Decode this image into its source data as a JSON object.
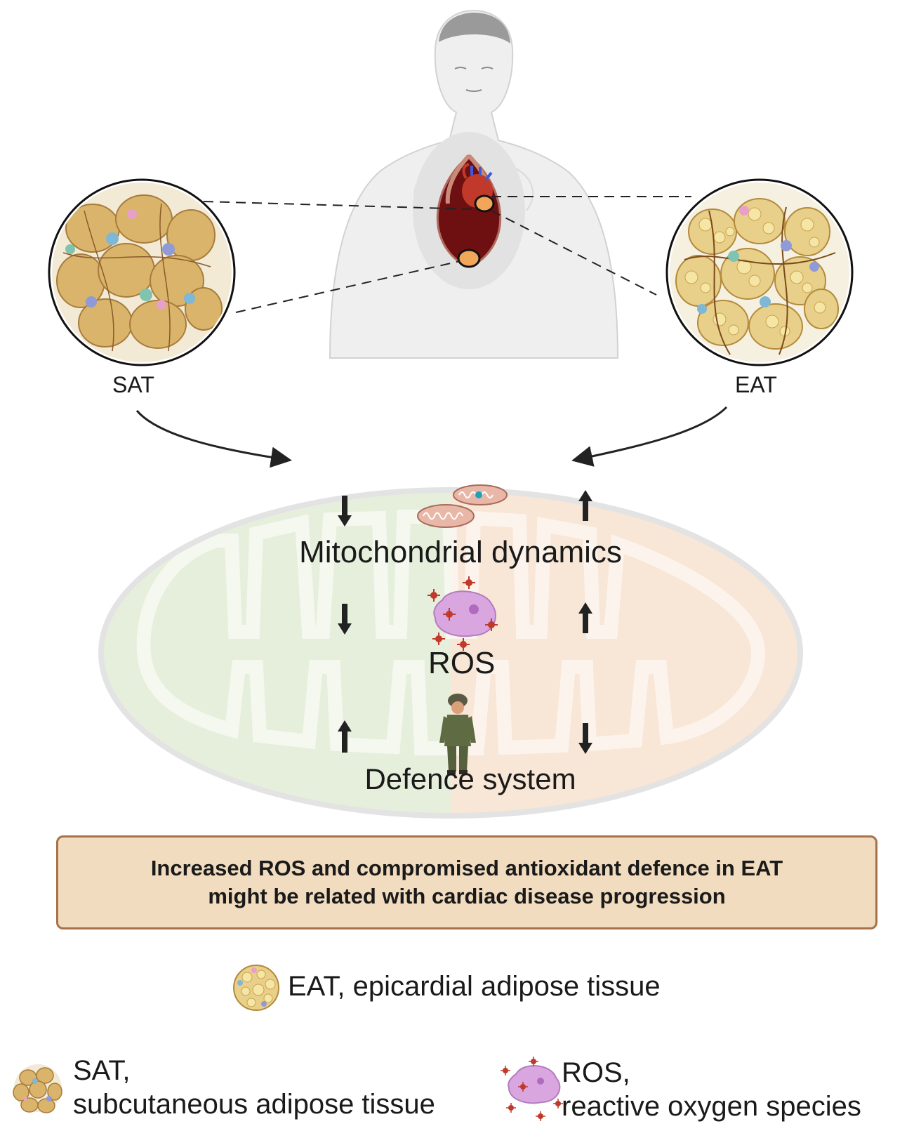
{
  "labels": {
    "sat": "SAT",
    "eat": "EAT",
    "mitochondrial_dynamics": "Mitochondrial dynamics",
    "ros": "ROS",
    "defence_system": "Defence system"
  },
  "arrows": {
    "sat_side": {
      "mitochondrial_dynamics": "down",
      "ros": "down",
      "defence_system": "up"
    },
    "eat_side": {
      "mitochondrial_dynamics": "up",
      "ros": "up",
      "defence_system": "down"
    }
  },
  "conclusion": {
    "line1": "Increased ROS and compromised antioxidant defence in EAT",
    "line2": "might be related with cardiac disease progression"
  },
  "legend": {
    "eat": "EAT, epicardial adipose tissue",
    "sat_abbr": "SAT,",
    "sat_full": "subcutaneous adipose tissue",
    "ros_abbr": "ROS,",
    "ros_full": "reactive oxygen species"
  },
  "colors": {
    "sat_side_tint": "#e6efdc",
    "eat_side_tint": "#f8e6d6",
    "adipocyte": "#d9b46a",
    "conclusion_fill": "#f1dcbf",
    "conclusion_border": "#a8714a"
  },
  "icons": [
    "human-torso-icon",
    "heart-icon",
    "sat-tissue-icon",
    "eat-tissue-icon",
    "mitochondrion-icon",
    "ros-cell-icon",
    "soldier-icon"
  ]
}
